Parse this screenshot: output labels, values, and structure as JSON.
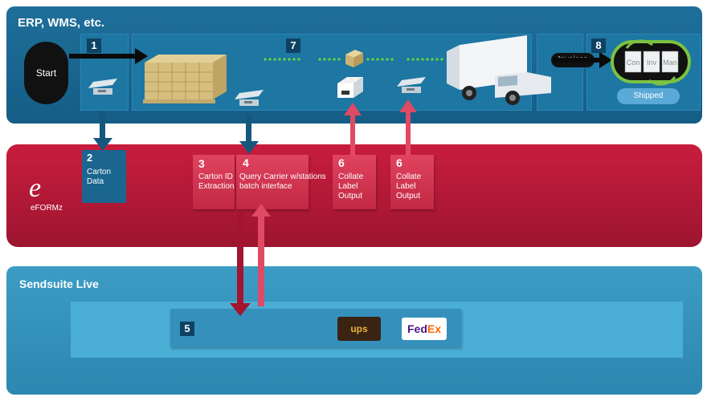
{
  "erp": {
    "title": "ERP, WMS, etc.",
    "start": "Start",
    "step1": "1",
    "step7": "7",
    "step8": "8",
    "invoices": "Invoices",
    "shipped": "Shipped",
    "docs": [
      "Con",
      "Inv",
      "Man"
    ]
  },
  "eformz": {
    "logo_letter": "e",
    "logo_text": "eFORMz",
    "step2": {
      "num": "2",
      "line1": "Carton",
      "line2": "Data"
    },
    "step3": {
      "num": "3",
      "line1": "Carton ID",
      "line2": "Extraction"
    },
    "step4": {
      "num": "4",
      "line1": "Query Carrier w/stations",
      "line2": "batch interface"
    },
    "step6a": {
      "num": "6",
      "line1": "Collate",
      "line2": "Label",
      "line3": "Output"
    },
    "step6b": {
      "num": "6",
      "line1": "Collate",
      "line2": "Label",
      "line3": "Output"
    }
  },
  "sendsuite": {
    "title": "Sendsuite Live",
    "step5": "5",
    "ups": "ups",
    "fedex_fed": "Fed",
    "fedex_ex": "Ex"
  },
  "colors": {
    "erp_blue": "#1f6f9a",
    "eformz_red": "#c81d3d",
    "sendsuite_blue": "#3c9cc4",
    "arrow_blue": "#1a6690",
    "arrow_red": "#e04a64"
  }
}
